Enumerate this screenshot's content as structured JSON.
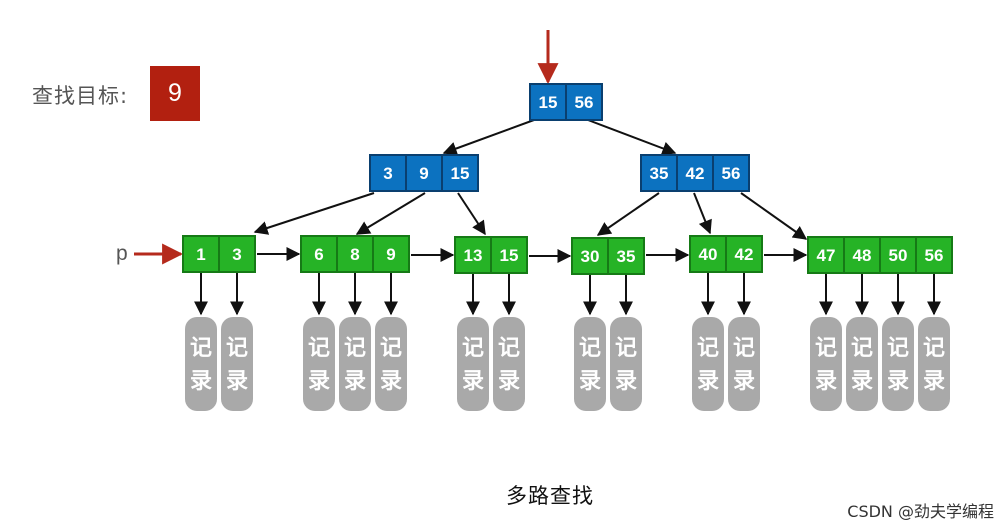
{
  "search_label": "查找目标:",
  "search_target": "9",
  "pointer_label": "p",
  "caption": "多路查找",
  "watermark": "CSDN @劲夫学编程",
  "record_text": [
    "记",
    "录"
  ],
  "colors": {
    "target_box": "#b22010",
    "internal_node": "#0c72c0",
    "internal_border": "#0a3f6f",
    "leaf_node": "#26b326",
    "leaf_border": "#167a16",
    "record": "#a9a9a9",
    "search_arrow": "#b52a1c",
    "edge": "#111111"
  },
  "tree": {
    "root": [
      "15",
      "56"
    ],
    "internal": [
      [
        "3",
        "9",
        "15"
      ],
      [
        "35",
        "42",
        "56"
      ]
    ],
    "leaves": [
      [
        "1",
        "3"
      ],
      [
        "6",
        "8",
        "9"
      ],
      [
        "13",
        "15"
      ],
      [
        "30",
        "35"
      ],
      [
        "40",
        "42"
      ],
      [
        "47",
        "48",
        "50",
        "56"
      ]
    ]
  }
}
